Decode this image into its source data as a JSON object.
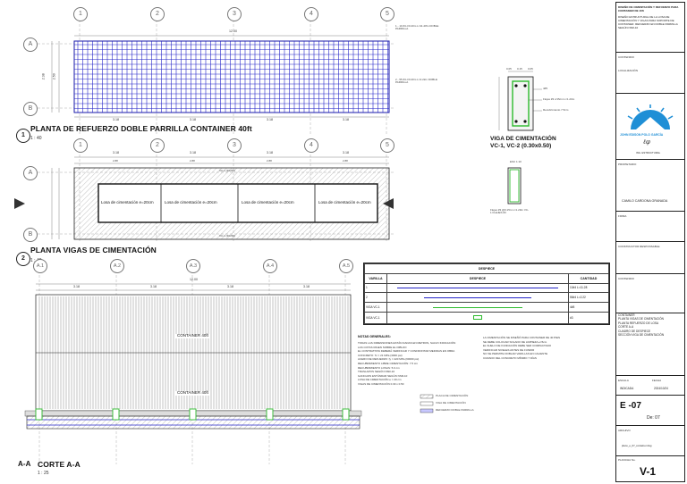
{
  "grid": {
    "axes": [
      "1",
      "2",
      "3",
      "4",
      "5"
    ],
    "rows": [
      "A",
      "B"
    ],
    "section_axes": [
      "A.1",
      "A.2",
      "A.3",
      "A.4",
      "A.5"
    ]
  },
  "plan1": {
    "title": "PLANTA DE REFUERZO DOBLE PARRILLA  CONTAINER 40ft",
    "number": "1",
    "scale": "1 : 40",
    "overall_dim": "12.00",
    "spans": [
      "3.18",
      "3.18",
      "3.18",
      "3.18"
    ],
    "side_dims": [
      "2.38",
      "2.50"
    ],
    "note_top": "1 - 10 #4 c/0.20m L=11.28m DOBLE PARRILLA",
    "note_bottom": "2 - 55 #4 c/0.20m L=2.22m DOBLE PARRILLA"
  },
  "plan2": {
    "title": "PLANTA VIGAS DE CIMENTACIÓN",
    "number": "2",
    "scale": "1 : 40",
    "spans": [
      "3.18",
      "3.18",
      "3.18",
      "3.18"
    ],
    "sub_spans": [
      "2.88",
      "2.88",
      "2.88",
      "2.88"
    ],
    "slab_labels": [
      "Losa de cimentación e=20cm",
      "Losa de cimentación e=20cm",
      "Losa de cimentación e=20cm",
      "Losa de cimentación e=20cm"
    ],
    "beam_top": "VC-1 (30x50)",
    "beam_bottom": "VC-1 (30x50)"
  },
  "viga": {
    "title": "VIGA DE CIMENTACIÓN",
    "subtitle": "VC-1, VC-2 (0.30x0.50)",
    "esc": "ESC 1:10",
    "dims": [
      "0.05",
      "0.15",
      "0.05"
    ],
    "bars": "4#5",
    "stirrup": "Flejes #3 c/15cm L=1.20m",
    "cover": "Recubrimiento 7.5cm",
    "stirrup2": "Flejes #3 @0.15m L=1.20m VC-1 FLEJES #3"
  },
  "section": {
    "title": "CORTE A-A",
    "tag": "A-A",
    "scale": "1 : 25",
    "overall_dim": "12.00",
    "spans": [
      "3.18",
      "3.18",
      "3.18",
      "3.18"
    ],
    "container_labels": [
      "CONTAINER 40ft",
      "CONTAINER 40ft"
    ]
  },
  "despiece": {
    "header": "DESPIECE",
    "columns": [
      "VARILLA",
      "DESPIECE",
      "CANTIDAD"
    ],
    "rows": [
      {
        "bar": "1",
        "qty": "10#4 L=11.28"
      },
      {
        "bar": "2",
        "qty": "55#4 L=2.22"
      },
      {
        "bar": "VIGA VC-1",
        "qty": "4#5"
      },
      {
        "bar": "VIGA VC-1",
        "qty": "#3"
      }
    ]
  },
  "notes": {
    "heading": "NOTAS GENERALES:",
    "left": [
      "TODAS LAS DIMENSIONES ESTÁN DADAS EN METROS, SALVO INDICACIÓN",
      "LAS COTAS RIGEN SOBRE EL DIBUJO",
      "EL CONTRATISTA DEBERÁ VERIFICAR Y CONFRONTAR MEDIDAS EN OBRA",
      "CONCRETO: f'c = 21 MPa (3000 psi)",
      "ACERO DE REFUERZO: fy = 420 MPa (60000 psi)",
      "RECUBRIMIENTO LIBRE CIMENTACIÓN: 7.5 cm",
      "RECUBRIMIENTO LOSAS: 5.0 cm",
      "TRASLAPOS SEGÚN NSR-10",
      "GANCHOS ESTÁNDAR SEGÚN NSR-10",
      "LOSA DE CIMENTACIÓN e = 20 cm",
      "VIGAS DE CIMENTACIÓN 0.30 x 0.50"
    ],
    "right": [
      "LA CIMENTACIÓN SE DISEÑÓ PARA CONTAINER DE 40 PIES",
      "SE DEBE COLOCAR SOLADO DE LIMPIEZA e=5cm",
      "EL SUELO DE FUNDACIÓN DEBE SER COMPACTADO",
      "VERIFICAR NIVELES ANTES DE FUNDIR",
      "NO SE PERMITE DOBLAR VARILLAS EN CALIENTE",
      "CURADO DEL CONCRETO MÍNIMO 7 DÍAS"
    ],
    "legend": [
      "PLACA DE CIMENTACIÓN",
      "VIGA DE CIMENTACIÓN",
      "REFUERZO DOBLE PARRILLA"
    ]
  },
  "titleblock": {
    "project_heading": "DISEÑO DE CIMENTACIÓN Y REFUERZO PARA CONTAINER DE 40ft",
    "project_text": "DISEÑO ESTRUCTURAL DE LA LOSA DE CIMENTACIÓN Y VIGAS PARA SOPORTE DE CONTAINER. REFUERZO EN DOBLE PARRILLA SEGÚN NSR-10",
    "section_lab": "CONTENIDO",
    "location": "LOCALIZACIÓN",
    "logo_name": "JOHN EDISON POLO GARCÍA",
    "logo_role": "ING. ESTRUCTURAL",
    "owner_lab": "PROPIETARIO",
    "owner": "CAMILO CARDONA GRANADA",
    "sig_lab": "FIRMA",
    "resp_lab": "CONSTRUCTOR RESPONSABLE",
    "content_lab": "CONTENIDO",
    "content": [
      "CONTAINER",
      "PLANTA VIGAS DE CIMENTACIÓN",
      "PLANTA REFUERZO DE LOSA",
      "CORTE A-A",
      "CUADRO DE DESPIECE",
      "SECCIÓN VIGA DE CIMENTACIÓN"
    ],
    "scale_lab": "ESCALA",
    "scale": "INDICADA",
    "date_lab": "FECHA",
    "date": "2024/10/24",
    "sheet_code": "E -07",
    "sheet_of": "De:  07",
    "file_lab": "ARCHIVO",
    "file": "plano_e_07_container.dwg",
    "sheet_lab": "PLANCHA No.",
    "sheet": "V-1"
  }
}
